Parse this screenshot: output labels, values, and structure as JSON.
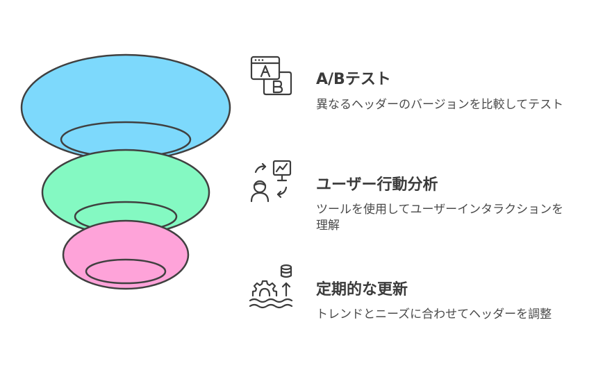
{
  "colors": {
    "stroke": "#404040",
    "stage1_fill": "#7dd9fc",
    "stage2_fill": "#84f9c2",
    "stage3_fill": "#fea3d9"
  },
  "stages": [
    {
      "title": "A/Bテスト",
      "description": "異なるヘッダーのバージョンを比較してテスト",
      "icon": "ab-test-window-icon"
    },
    {
      "title": "ユーザー行動分析",
      "description": "ツールを使用してユーザーインタラクションを理解",
      "icon": "user-analytics-icon"
    },
    {
      "title": "定期的な更新",
      "description": "トレンドとニーズに合わせてヘッダーを調整",
      "icon": "update-gear-database-icon"
    }
  ]
}
